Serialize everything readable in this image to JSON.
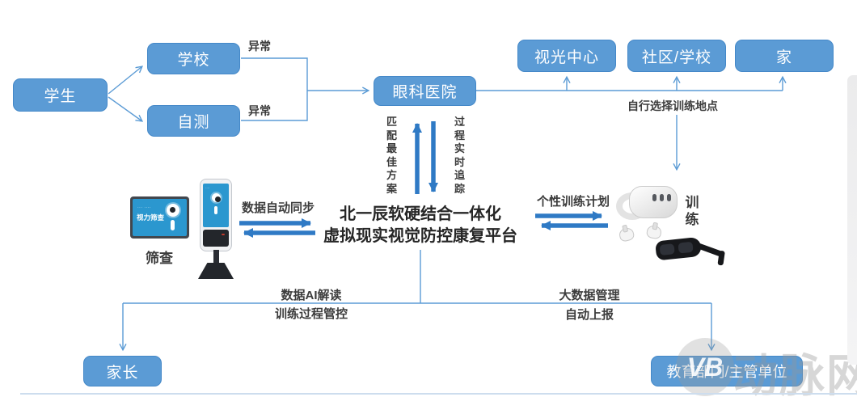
{
  "nodes": {
    "student": "学生",
    "school": "学校",
    "self_test": "自测",
    "eye_hospital": "眼科医院",
    "optometry_center": "视光中心",
    "community_school": "社区/学校",
    "home": "家",
    "parents": "家长",
    "education_dept": "教育部门/主管单位"
  },
  "labels": {
    "abnormal_school": "异常",
    "abnormal_self": "异常",
    "choose_place": "自行选择训练地点",
    "match_best_plan": "匹配最佳方案",
    "realtime_tracking": "过程实时追踪",
    "data_auto_sync": "数据自动同步",
    "personal_training_plan": "个性训练计划",
    "data_ai_reading": "数据AI解读",
    "training_process_control": "训练过程管控",
    "big_data_management": "大数据管理",
    "auto_report": "自动上报",
    "screening": "筛查",
    "training": "训练"
  },
  "platform": {
    "line1": "北一辰软硬结合一体化",
    "line2": "虚拟现实视觉防控康复平台"
  },
  "device_screens": {
    "tablet_title": "视力筛查"
  },
  "watermark": {
    "logo": "VB",
    "name": "动脉网"
  },
  "colors": {
    "box_fill": "#5b9bd5",
    "box_border": "#4488c8",
    "thin_line": "#5b9bd5",
    "thick_arrow": "#2f7ac5",
    "text_dark": "#3c3c3c"
  }
}
